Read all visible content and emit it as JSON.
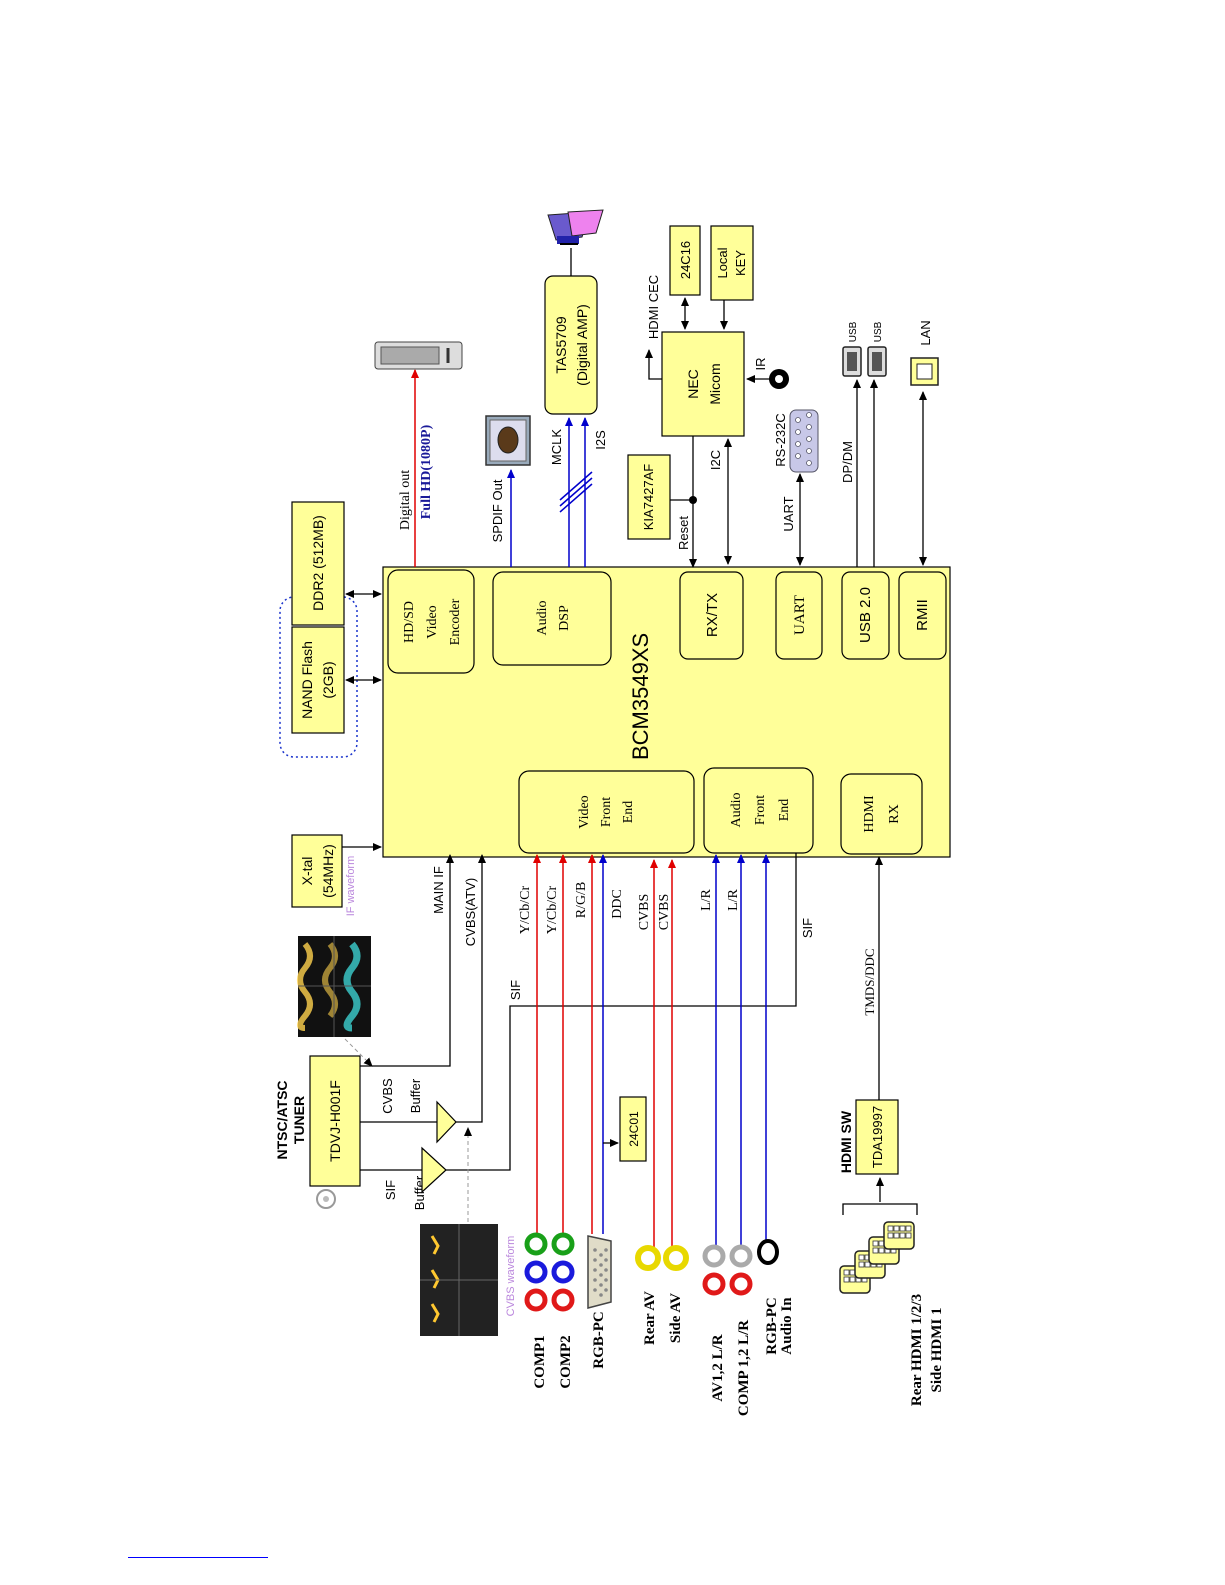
{
  "soc": {
    "name": "BCM3549XS",
    "blocks": {
      "video_encoder": [
        "HD/SD",
        "Video",
        "Encoder"
      ],
      "audio_dsp": [
        "Audio",
        "DSP"
      ],
      "rxtx": "RX/TX",
      "uart": "UART",
      "usb": "USB 2.0",
      "rmii": "RMII",
      "video_front_end": [
        "Video",
        "Front",
        "End"
      ],
      "audio_front_end": [
        "Audio",
        "Front",
        "End"
      ],
      "hdmi_rx": [
        "HDMI",
        "RX"
      ]
    }
  },
  "memory": {
    "ddr": "DDR2 (512MB)",
    "nand": [
      "NAND Flash",
      "(2GB)"
    ]
  },
  "xtal": [
    "X-tal",
    "(54MHz)"
  ],
  "digital_out": {
    "label": "Digital out",
    "sublabel": "Full HD(1080P)"
  },
  "spdif": "SPDIF Out",
  "amp": {
    "chip": [
      "TAS5709",
      "(Digital AMP)"
    ],
    "mclk": "MCLK",
    "i2s": "I2S"
  },
  "reset_ic": "KIA7427AF",
  "reset_label": "Reset",
  "micom": {
    "name": [
      "NEC",
      "Micom"
    ],
    "eeprom": "24C16",
    "local_key": [
      "Local",
      "KEY"
    ],
    "hdmi_cec": "HDMI CEC",
    "ir": "IR",
    "i2c": "I2C"
  },
  "serial": {
    "uart": "UART",
    "rs232": "RS-232C"
  },
  "usb": {
    "dpdm": "DP/DM",
    "port1": "USB",
    "port2": "USB"
  },
  "lan": "LAN",
  "tuner": {
    "title": [
      "NTSC/ATSC",
      "TUNER"
    ],
    "part": "TDVJ-H001F",
    "cvbs": "CVBS",
    "buffer1": "Buffer",
    "sif": "SIF",
    "buffer2": "Buffer",
    "if_waveform": "IF waveform",
    "cvbs_waveform": "CVBS waveform"
  },
  "signals": {
    "main_if": "MAIN IF",
    "cvbs_atv": "CVBS(ATV)",
    "sif": "SIF",
    "ycbcr1": "Y/Cb/Cr",
    "ycbcr2": "Y/Cb/Cr",
    "rgb": "R/G/B",
    "ddc": "DDC",
    "cvbs1": "CVBS",
    "cvbs2": "CVBS",
    "lr1": "L/R",
    "lr2": "L/R",
    "sif_right": "SIF",
    "tmds": "TMDS/DDC"
  },
  "eeprom_rgb": "24C01",
  "hdmi_sw": {
    "title": "HDMI SW",
    "chip": "TDA19997"
  },
  "inputs": {
    "comp1": "COMP1",
    "comp2": "COMP2",
    "rgb_pc": "RGB-PC",
    "rear_av": "Rear AV",
    "side_av": "Side AV",
    "av_lr": "AV1,2 L/R",
    "comp_lr": "COMP 1,2 L/R",
    "rgb_audio": [
      "RGB-PC",
      "Audio In"
    ],
    "rear_hdmi": "Rear HDMI 1/2/3",
    "side_hdmi": "Side HDMI 1"
  },
  "colors": {
    "chip_fill": "#ffff99",
    "red_line": "#e00000",
    "blue_line": "#0000cc",
    "nand_border": "#1a33cc"
  }
}
